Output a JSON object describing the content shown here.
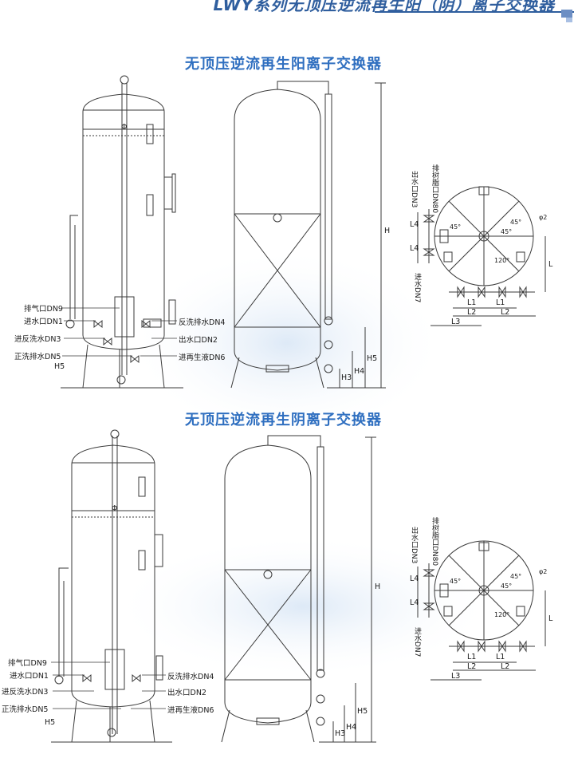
{
  "header": {
    "title": "LWY系列无顶压逆流再生阳（阴）离子交换器"
  },
  "sections": [
    {
      "title": "无顶压逆流再生阳离子交换器",
      "left_labels": [
        "排气口DN9",
        "进水口DN1",
        "进反洗水DN3",
        "正洗排水DN5"
      ],
      "right_labels": [
        "反洗排水DN4",
        "出水口DN2",
        "进再生液DN6"
      ],
      "dims": {
        "h5": "H5",
        "h4": "H4",
        "h3": "H3",
        "h": "H",
        "phi": "Φ"
      },
      "plan": {
        "top_labels": [
          "出水口DN3",
          "排树脂口DN80"
        ],
        "side_label": "进水DN7",
        "dims": [
          "L4",
          "L4",
          "L1",
          "L1",
          "L2",
          "L2",
          "L3",
          "L"
        ],
        "angles": [
          "45°",
          "45°",
          "120°",
          "45°"
        ],
        "phi2": "φ2"
      }
    },
    {
      "title": "无顶压逆流再生阴离子交换器",
      "left_labels": [
        "排气口DN9",
        "进水口DN1",
        "进反洗水DN3",
        "正洗排水DN5"
      ],
      "right_labels": [
        "反洗排水DN4",
        "出水口DN2",
        "进再生液DN6"
      ],
      "dims": {
        "h5": "H5",
        "h4": "H4",
        "h3": "H3",
        "h": "H",
        "phi": "Φ"
      },
      "plan": {
        "top_labels": [
          "出水口DN3",
          "排树脂口DN80"
        ],
        "side_label": "进水DN7",
        "dims": [
          "L4",
          "L4",
          "L1",
          "L1",
          "L2",
          "L2",
          "L3",
          "L"
        ],
        "angles": [
          "45°",
          "45°",
          "120°",
          "45°"
        ],
        "phi2": "φ2"
      }
    }
  ],
  "colors": {
    "line": "#3a3a3a",
    "title": "#2f6fc0",
    "accent": "#2f5e9e"
  }
}
